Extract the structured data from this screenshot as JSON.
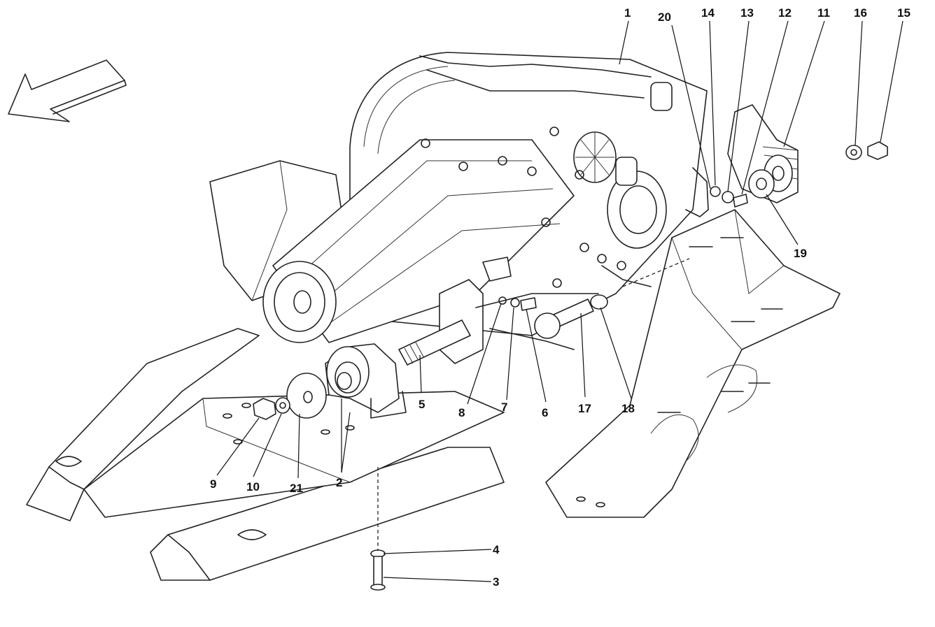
{
  "diagram": {
    "labels": [
      {
        "id": "1",
        "text": "1"
      },
      {
        "id": "20",
        "text": "20"
      },
      {
        "id": "14",
        "text": "14"
      },
      {
        "id": "13",
        "text": "13"
      },
      {
        "id": "12",
        "text": "12"
      },
      {
        "id": "11",
        "text": "11"
      },
      {
        "id": "16",
        "text": "16"
      },
      {
        "id": "15",
        "text": "15"
      },
      {
        "id": "19",
        "text": "19"
      },
      {
        "id": "5",
        "text": "5"
      },
      {
        "id": "8",
        "text": "8"
      },
      {
        "id": "7",
        "text": "7"
      },
      {
        "id": "6",
        "text": "6"
      },
      {
        "id": "17",
        "text": "17"
      },
      {
        "id": "18",
        "text": "18"
      },
      {
        "id": "9",
        "text": "9"
      },
      {
        "id": "10",
        "text": "10"
      },
      {
        "id": "21",
        "text": "21"
      },
      {
        "id": "2",
        "text": "2"
      },
      {
        "id": "4",
        "text": "4"
      },
      {
        "id": "3",
        "text": "3"
      }
    ],
    "direction_arrow_icon": "arrow-down-left-icon"
  }
}
